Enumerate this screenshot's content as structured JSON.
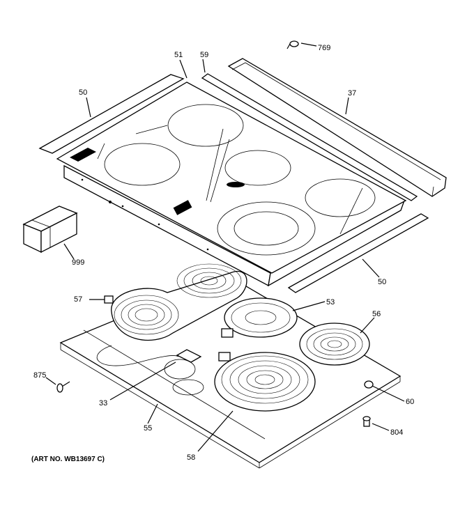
{
  "caption": "(ART NO. WB13697 C)",
  "callouts": {
    "p769": "769",
    "p51": "51",
    "p59": "59",
    "p37": "37",
    "p50a": "50",
    "p50b": "50",
    "p999": "999",
    "p57": "57",
    "p53": "53",
    "p56": "56",
    "p875": "875",
    "p33": "33",
    "p60": "60",
    "p55": "55",
    "p804": "804",
    "p58": "58"
  }
}
